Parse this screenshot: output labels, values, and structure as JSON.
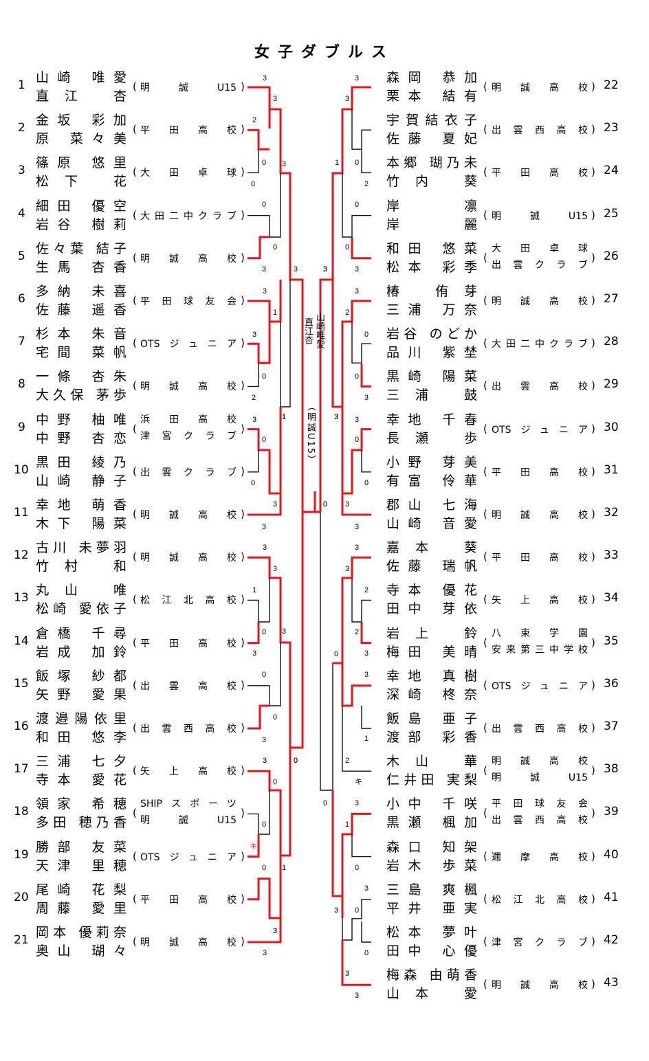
{
  "title": "女子ダブルス",
  "left": [
    {
      "no": "1",
      "p1": "山崎 唯愛",
      "p2": "直江 杏",
      "club": [
        "明誠U15"
      ]
    },
    {
      "no": "2",
      "p1": "金坂 彩加",
      "p2": "原 菜々美",
      "club": [
        "平田高校"
      ]
    },
    {
      "no": "3",
      "p1": "篠原 悠里",
      "p2": "松下 花",
      "club": [
        "大田卓球"
      ]
    },
    {
      "no": "4",
      "p1": "細田 優空",
      "p2": "岩谷 樹莉",
      "club": [
        "大田二中クラブ"
      ]
    },
    {
      "no": "5",
      "p1": "佐々葉 結子",
      "p2": "生馬 杏香",
      "club": [
        "明誠高校"
      ]
    },
    {
      "no": "6",
      "p1": "多納 未喜",
      "p2": "佐藤 遥香",
      "club": [
        "平田球友会"
      ]
    },
    {
      "no": "7",
      "p1": "杉本 朱音",
      "p2": "宅間 菜帆",
      "club": [
        "OTSジュニア"
      ]
    },
    {
      "no": "8",
      "p1": "一條 杏朱",
      "p2": "大久保 茅歩",
      "club": [
        "明誠高校"
      ]
    },
    {
      "no": "9",
      "p1": "中野 柚唯",
      "p2": "中野 杏恋",
      "club": [
        "浜田高校",
        "津宮クラブ"
      ]
    },
    {
      "no": "10",
      "p1": "黒田 綾乃",
      "p2": "山崎 静子",
      "club": [
        "出雲クラブ"
      ]
    },
    {
      "no": "11",
      "p1": "幸地 萌香",
      "p2": "木下 陽菜",
      "club": [
        "明誠高校"
      ]
    },
    {
      "no": "12",
      "p1": "古川 未夢羽",
      "p2": "竹村 和",
      "club": [
        "明誠高校"
      ]
    },
    {
      "no": "13",
      "p1": "丸山 唯",
      "p2": "松崎 愛依子",
      "club": [
        "松江北高校"
      ]
    },
    {
      "no": "14",
      "p1": "倉橋 千尋",
      "p2": "岩成 加鈴",
      "club": [
        "平田高校"
      ]
    },
    {
      "no": "15",
      "p1": "飯塚 紗都",
      "p2": "矢野 愛果",
      "club": [
        "出雲高校"
      ]
    },
    {
      "no": "16",
      "p1": "渡邉陽依里",
      "p2": "和田 悠李",
      "club": [
        "出雲西高校"
      ]
    },
    {
      "no": "17",
      "p1": "三浦 七夕",
      "p2": "寺本 愛花",
      "club": [
        "矢上高校"
      ]
    },
    {
      "no": "18",
      "p1": "領家 希穂",
      "p2": "多田 穂乃香",
      "club": [
        "SHIPスポーツ",
        "明誠U15"
      ]
    },
    {
      "no": "19",
      "p1": "勝部 友菜",
      "p2": "天津 里穂",
      "club": [
        "OTSジュニア"
      ]
    },
    {
      "no": "20",
      "p1": "尾崎 花梨",
      "p2": "周藤 愛里",
      "club": [
        "平田高校"
      ]
    },
    {
      "no": "21",
      "p1": "岡本 優莉奈",
      "p2": "奥山 瑚々",
      "club": [
        "明誠高校"
      ]
    }
  ],
  "right": [
    {
      "no": "22",
      "p1": "森岡 恭加",
      "p2": "栗本 結有",
      "club": [
        "明誠高校"
      ]
    },
    {
      "no": "23",
      "p1": "宇賀結衣子",
      "p2": "佐藤 夏妃",
      "club": [
        "出雲西高校"
      ]
    },
    {
      "no": "24",
      "p1": "本郷 瑚乃未",
      "p2": "竹内 葵",
      "club": [
        "平田高校"
      ]
    },
    {
      "no": "25",
      "p1": "岸 凛",
      "p2": "岸 麗",
      "club": [
        "明誠U15"
      ]
    },
    {
      "no": "26",
      "p1": "和田 悠菜",
      "p2": "松本 彩季",
      "club": [
        "大田卓球",
        "出雲クラブ"
      ]
    },
    {
      "no": "27",
      "p1": "椿 侑芽",
      "p2": "三浦 万奈",
      "club": [
        "明誠高校"
      ]
    },
    {
      "no": "28",
      "p1": "岩谷 のどか",
      "p2": "品川 紫埜",
      "club": [
        "大田二中クラブ"
      ]
    },
    {
      "no": "29",
      "p1": "黒崎 陽菜",
      "p2": "三浦 鼓",
      "club": [
        "出雲高校"
      ]
    },
    {
      "no": "30",
      "p1": "幸地 千春",
      "p2": "長瀬 歩",
      "club": [
        "OTSジュニア"
      ]
    },
    {
      "no": "31",
      "p1": "小野 芽美",
      "p2": "有富 伶華",
      "club": [
        "平田高校"
      ]
    },
    {
      "no": "32",
      "p1": "郡山 七海",
      "p2": "山崎 音愛",
      "club": [
        "明誠高校"
      ]
    },
    {
      "no": "33",
      "p1": "嘉本 葵",
      "p2": "佐藤 瑞帆",
      "club": [
        "平田高校"
      ]
    },
    {
      "no": "34",
      "p1": "寺本 優花",
      "p2": "田中 芽依",
      "club": [
        "矢上高校"
      ]
    },
    {
      "no": "35",
      "p1": "岩上 鈴",
      "p2": "梅田 美晴",
      "club": [
        "八束学園",
        "安来第三中学校"
      ]
    },
    {
      "no": "36",
      "p1": "幸地 真樹",
      "p2": "深崎 柊奈",
      "club": [
        "OTSジュニア"
      ]
    },
    {
      "no": "37",
      "p1": "飯島 亜子",
      "p2": "渡部 彩香",
      "club": [
        "出雲西高校"
      ]
    },
    {
      "no": "38",
      "p1": "木山 華",
      "p2": "仁井田 実梨",
      "club": [
        "明誠高校",
        "明誠U15"
      ]
    },
    {
      "no": "39",
      "p1": "小中 千咲",
      "p2": "黒瀬 楓加",
      "club": [
        "平田球友会",
        "出雲西高校"
      ]
    },
    {
      "no": "40",
      "p1": "森口 知架",
      "p2": "岩木 歩菜",
      "club": [
        "邇摩高校"
      ]
    },
    {
      "no": "41",
      "p1": "三島 爽楓",
      "p2": "平井 亜実",
      "club": [
        "松江北高校"
      ]
    },
    {
      "no": "42",
      "p1": "松本 夢叶",
      "p2": "田中 心優",
      "club": [
        "津宮クラブ"
      ]
    },
    {
      "no": "43",
      "p1": "梅森 由萌香",
      "p2": "山本 愛",
      "club": [
        "明誠高校"
      ]
    }
  ],
  "champion": {
    "name1": "山崎唯愛",
    "name2": "直江杏",
    "club": "（明誠U15）"
  },
  "scores": {
    "L1a": "3",
    "L1b": "3",
    "L2a": "2",
    "L2b": "0",
    "L3a": "0",
    "L3b": "3",
    "L4a": "0",
    "L4b": "0",
    "L5a": "3",
    "L6a": "3",
    "L6b": "1",
    "L7a": "3",
    "L7b": "0",
    "L8a": "2",
    "L8b": "1",
    "L9a": "3",
    "L9b": "0",
    "L10a": "0",
    "L10b": "3",
    "L11a": "3",
    "L12a": "3",
    "L12b": "3",
    "L13a": "1",
    "L13b": "0",
    "L14a": "3",
    "L14b": "3",
    "L15a": "0",
    "L15b": "0",
    "L16a": "3",
    "L16b": "0",
    "L17a": "3",
    "L17b": "0",
    "L18a": "0",
    "L19a": "キ",
    "L19b": "0",
    "L20a": "3",
    "L20b": "1",
    "L21a": "3",
    "L21b": "3",
    "LQ1": "3",
    "LQ2": "1",
    "LQ3": "0",
    "LS1": "3",
    "LS2": "0",
    "R22a": "3",
    "R22b": "3",
    "R23a": "0",
    "R24a": "2",
    "R24b": "1",
    "R25a": "0",
    "R26a": "0",
    "R26b": "3",
    "R26c": "3",
    "R27a": "3",
    "R27b": "2",
    "R28a": "0",
    "R28b": "0",
    "R29a": "3",
    "R30a": "3",
    "R30b": "0",
    "R31a": "0",
    "R31b": "3",
    "R32a": "3",
    "R32b": "3",
    "R33a": "3",
    "R33b": "3",
    "R34a": "2",
    "R34b": "2",
    "R35a": "3",
    "R36a": "3",
    "R37a": "1",
    "R38a": "2",
    "R38b": "キ",
    "R39a": "3",
    "R39b": "1",
    "R40a": "0",
    "R41a": "3",
    "R41b": "0",
    "R42a": "0",
    "R43a": "3",
    "R43b": "3",
    "RQ1": "0",
    "RQ2": "0",
    "RQ3": "3",
    "RS1": "3",
    "RS2": "0"
  }
}
